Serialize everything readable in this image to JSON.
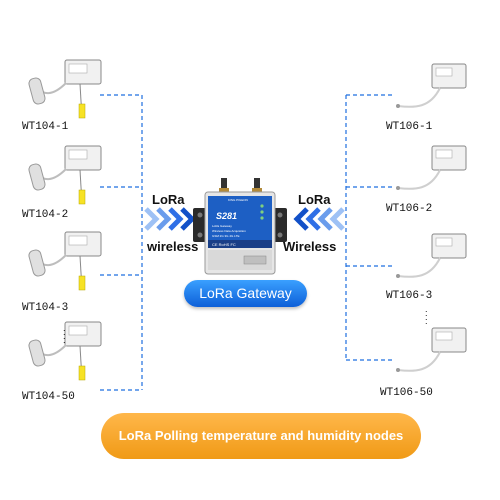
{
  "left_nodes": [
    "WT104-1",
    "WT104-2",
    "WT104-3",
    "WT104-50"
  ],
  "right_nodes": [
    "WT106-1",
    "WT106-2",
    "WT106-3",
    "WT106-50"
  ],
  "gateway": {
    "model": "S281",
    "product_line": "LoRa Gateway",
    "subtitle": "Wireless Data Acquisition",
    "spec": "GSM 2G 3G 4G LTE",
    "label": "LoRa Gateway",
    "brand": "KING PIGEON",
    "ce_marks": "CE RoHS FC"
  },
  "left_link": {
    "top": "LoRa",
    "bottom": "wireless"
  },
  "right_link": {
    "top": "LoRa",
    "bottom": "Wireless"
  },
  "banner": "LoRa Polling temperature and humidity nodes",
  "colors": {
    "wire": "#1e6fe0",
    "arrow": "#2f6fe6",
    "gateway_pill": "#1c7ef0",
    "banner": "#f5a623"
  }
}
